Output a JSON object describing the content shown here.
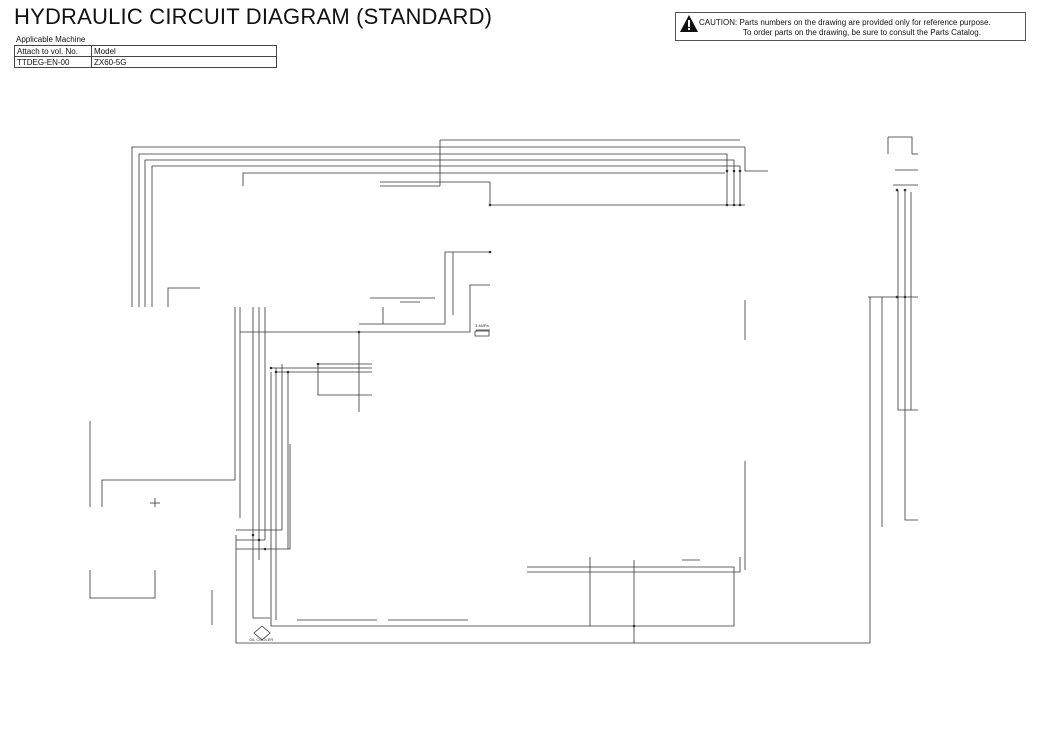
{
  "header": {
    "title": "HYDRAULIC CIRCUIT DIAGRAM (STANDARD)"
  },
  "applicable_machine": {
    "label": "Applicable Machine",
    "columns": [
      "Attach to vol. No.",
      "Model"
    ],
    "row": [
      "TTDEG-EN-00",
      "ZX60-5G"
    ]
  },
  "caution": {
    "line1": "CAUTION: Parts numbers on the drawing are provided only for reference purpose.",
    "line2": "To order parts on the drawing, be sure to consult the Parts Catalog."
  },
  "diagram": {
    "labels": {
      "pressure": "3.4MPa",
      "filter": "OIL COOLER"
    }
  }
}
